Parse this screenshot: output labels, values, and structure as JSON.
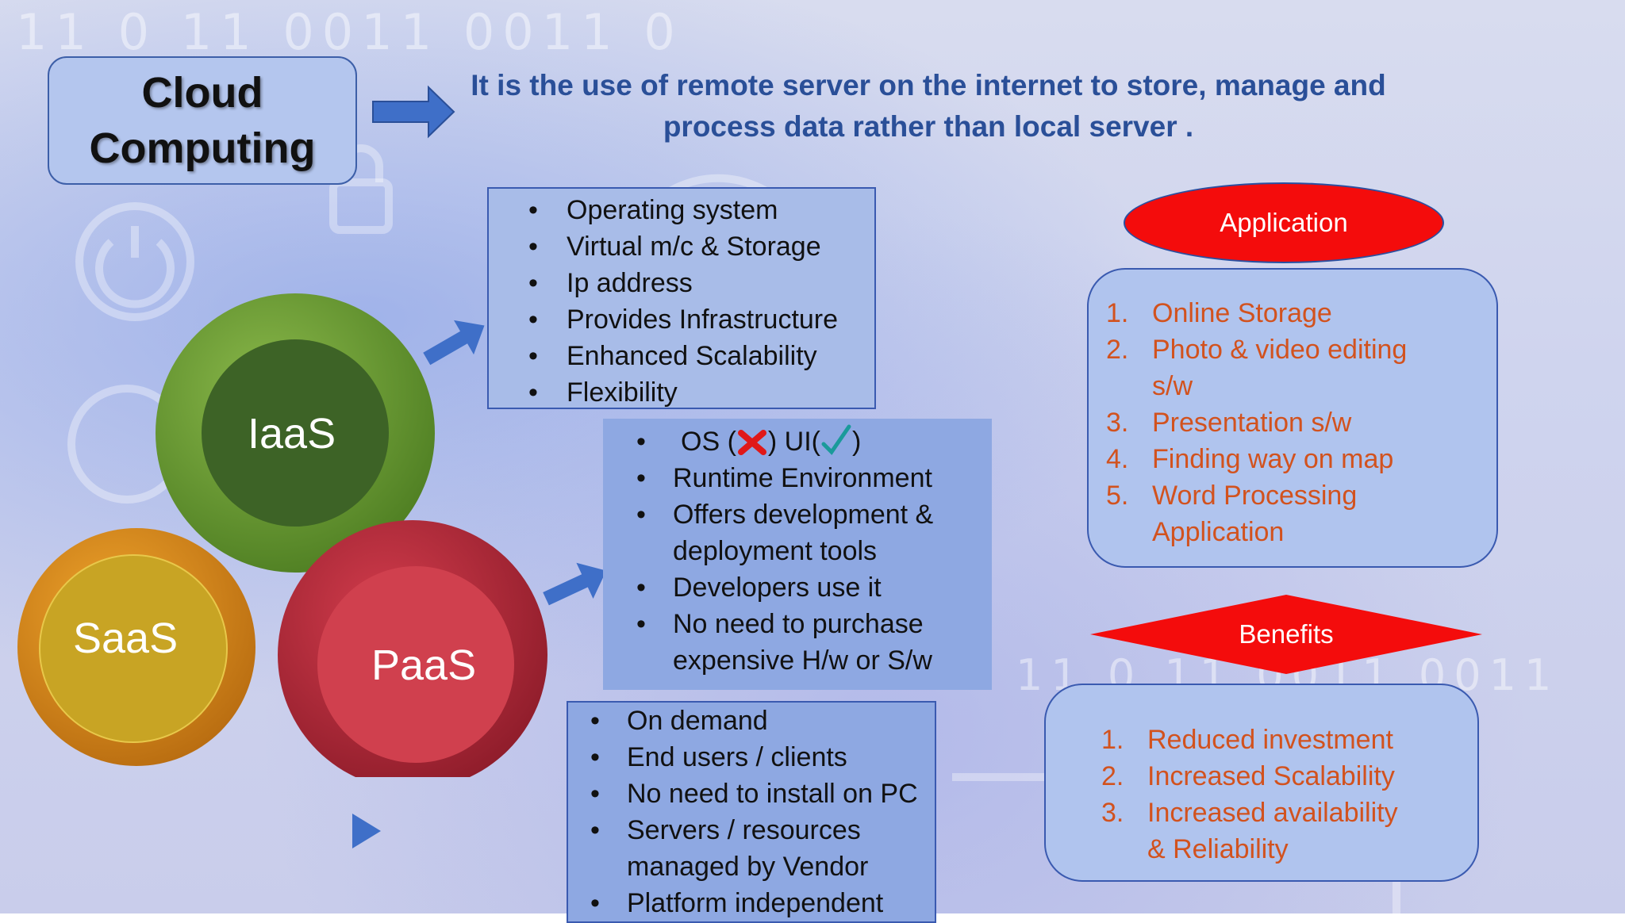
{
  "title": {
    "line1": "Cloud",
    "line2": "Computing"
  },
  "definition": {
    "line1": "It is the use of remote server on the internet to store, manage and",
    "line2": "process data rather than local server ."
  },
  "models": {
    "iaas": "IaaS",
    "saas": "SaaS",
    "paas": "PaaS"
  },
  "bullet": "•",
  "iaas_list": [
    "Operating  system",
    "Virtual  m/c  &  Storage",
    "Ip address",
    "Provides Infrastructure",
    "Enhanced Scalability",
    "Flexibility"
  ],
  "paas_list": {
    "os_item": {
      "os": "OS (",
      "mid": ")  UI(",
      "end": ")"
    },
    "items": [
      "Runtime Environment",
      "Offers development &",
      "deployment tools",
      "Developers use it",
      "No need to purchase",
      "expensive H/w or S/w"
    ]
  },
  "saas_list": [
    "On demand",
    "End users / clients",
    "No need to install on PC",
    "Servers / resources",
    "managed  by Vendor",
    "Platform independent"
  ],
  "application": {
    "label": "Application",
    "items": [
      {
        "num": "1.",
        "text": "Online   Storage"
      },
      {
        "num": "2.",
        "text": "Photo & video editing"
      },
      {
        "num": "",
        "text": "s/w"
      },
      {
        "num": "3.",
        "text": "Presentation s/w"
      },
      {
        "num": "4.",
        "text": "Finding way on map"
      },
      {
        "num": "5.",
        "text": "Word Processing"
      },
      {
        "num": "",
        "text": "Application"
      }
    ]
  },
  "benefits": {
    "label": "Benefits",
    "items": [
      {
        "num": "1.",
        "text": "Reduced investment"
      },
      {
        "num": "2.",
        "text": "Increased Scalability"
      },
      {
        "num": "3.",
        "text": "Increased availability"
      },
      {
        "num": "",
        "text": "& Reliability"
      }
    ]
  },
  "colors": {
    "iaas_green": "#6a9a2e",
    "saas_orange": "#d88a18",
    "paas_red": "#b02a3a",
    "arrow_blue": "#3f6fc8",
    "application_red": "#f40c0c",
    "list_text_orange": "#d2521e"
  }
}
